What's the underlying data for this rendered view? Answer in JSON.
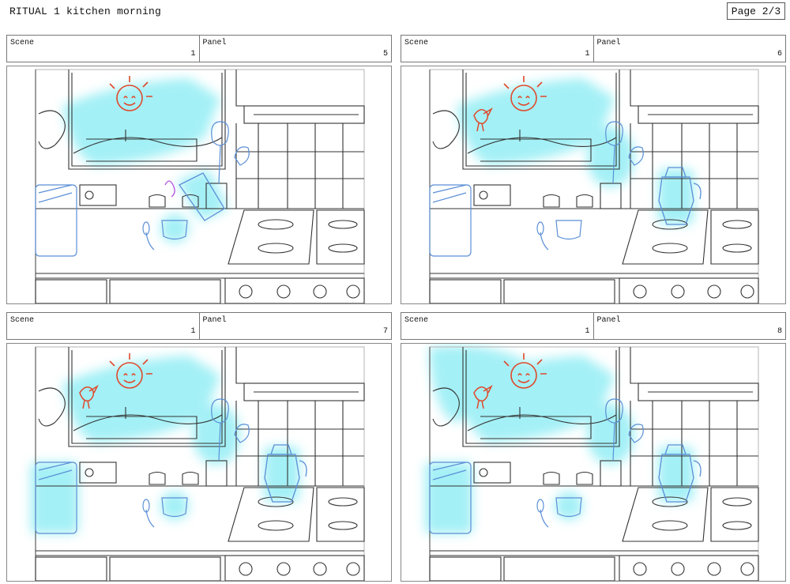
{
  "document": {
    "title": "RITUAL 1 kitchen morning",
    "page": "Page 2/3"
  },
  "labels": {
    "scene": "Scene",
    "panel": "Panel"
  },
  "panels": [
    {
      "scene": "1",
      "panel": "5",
      "sun": true,
      "bird": false,
      "kettle": false,
      "glows": [
        "window",
        "tilted-kettle",
        "cup"
      ]
    },
    {
      "scene": "1",
      "panel": "6",
      "sun": true,
      "bird": true,
      "kettle": true,
      "glows": [
        "window",
        "flowers",
        "kettle"
      ]
    },
    {
      "scene": "1",
      "panel": "7",
      "sun": true,
      "bird": true,
      "kettle": true,
      "glows": [
        "window",
        "flowers",
        "kettle",
        "toaster",
        "cup"
      ]
    },
    {
      "scene": "1",
      "panel": "8",
      "sun": true,
      "bird": true,
      "kettle": true,
      "glows": [
        "window",
        "flowers",
        "kettle",
        "toaster",
        "cup",
        "tree"
      ]
    }
  ],
  "colors": {
    "ink": "#333333",
    "glow": "#59e4ef",
    "sketch_blue": "#5a8fd6",
    "accent_red": "#e0492b",
    "accent_purple": "#b44fe0"
  }
}
